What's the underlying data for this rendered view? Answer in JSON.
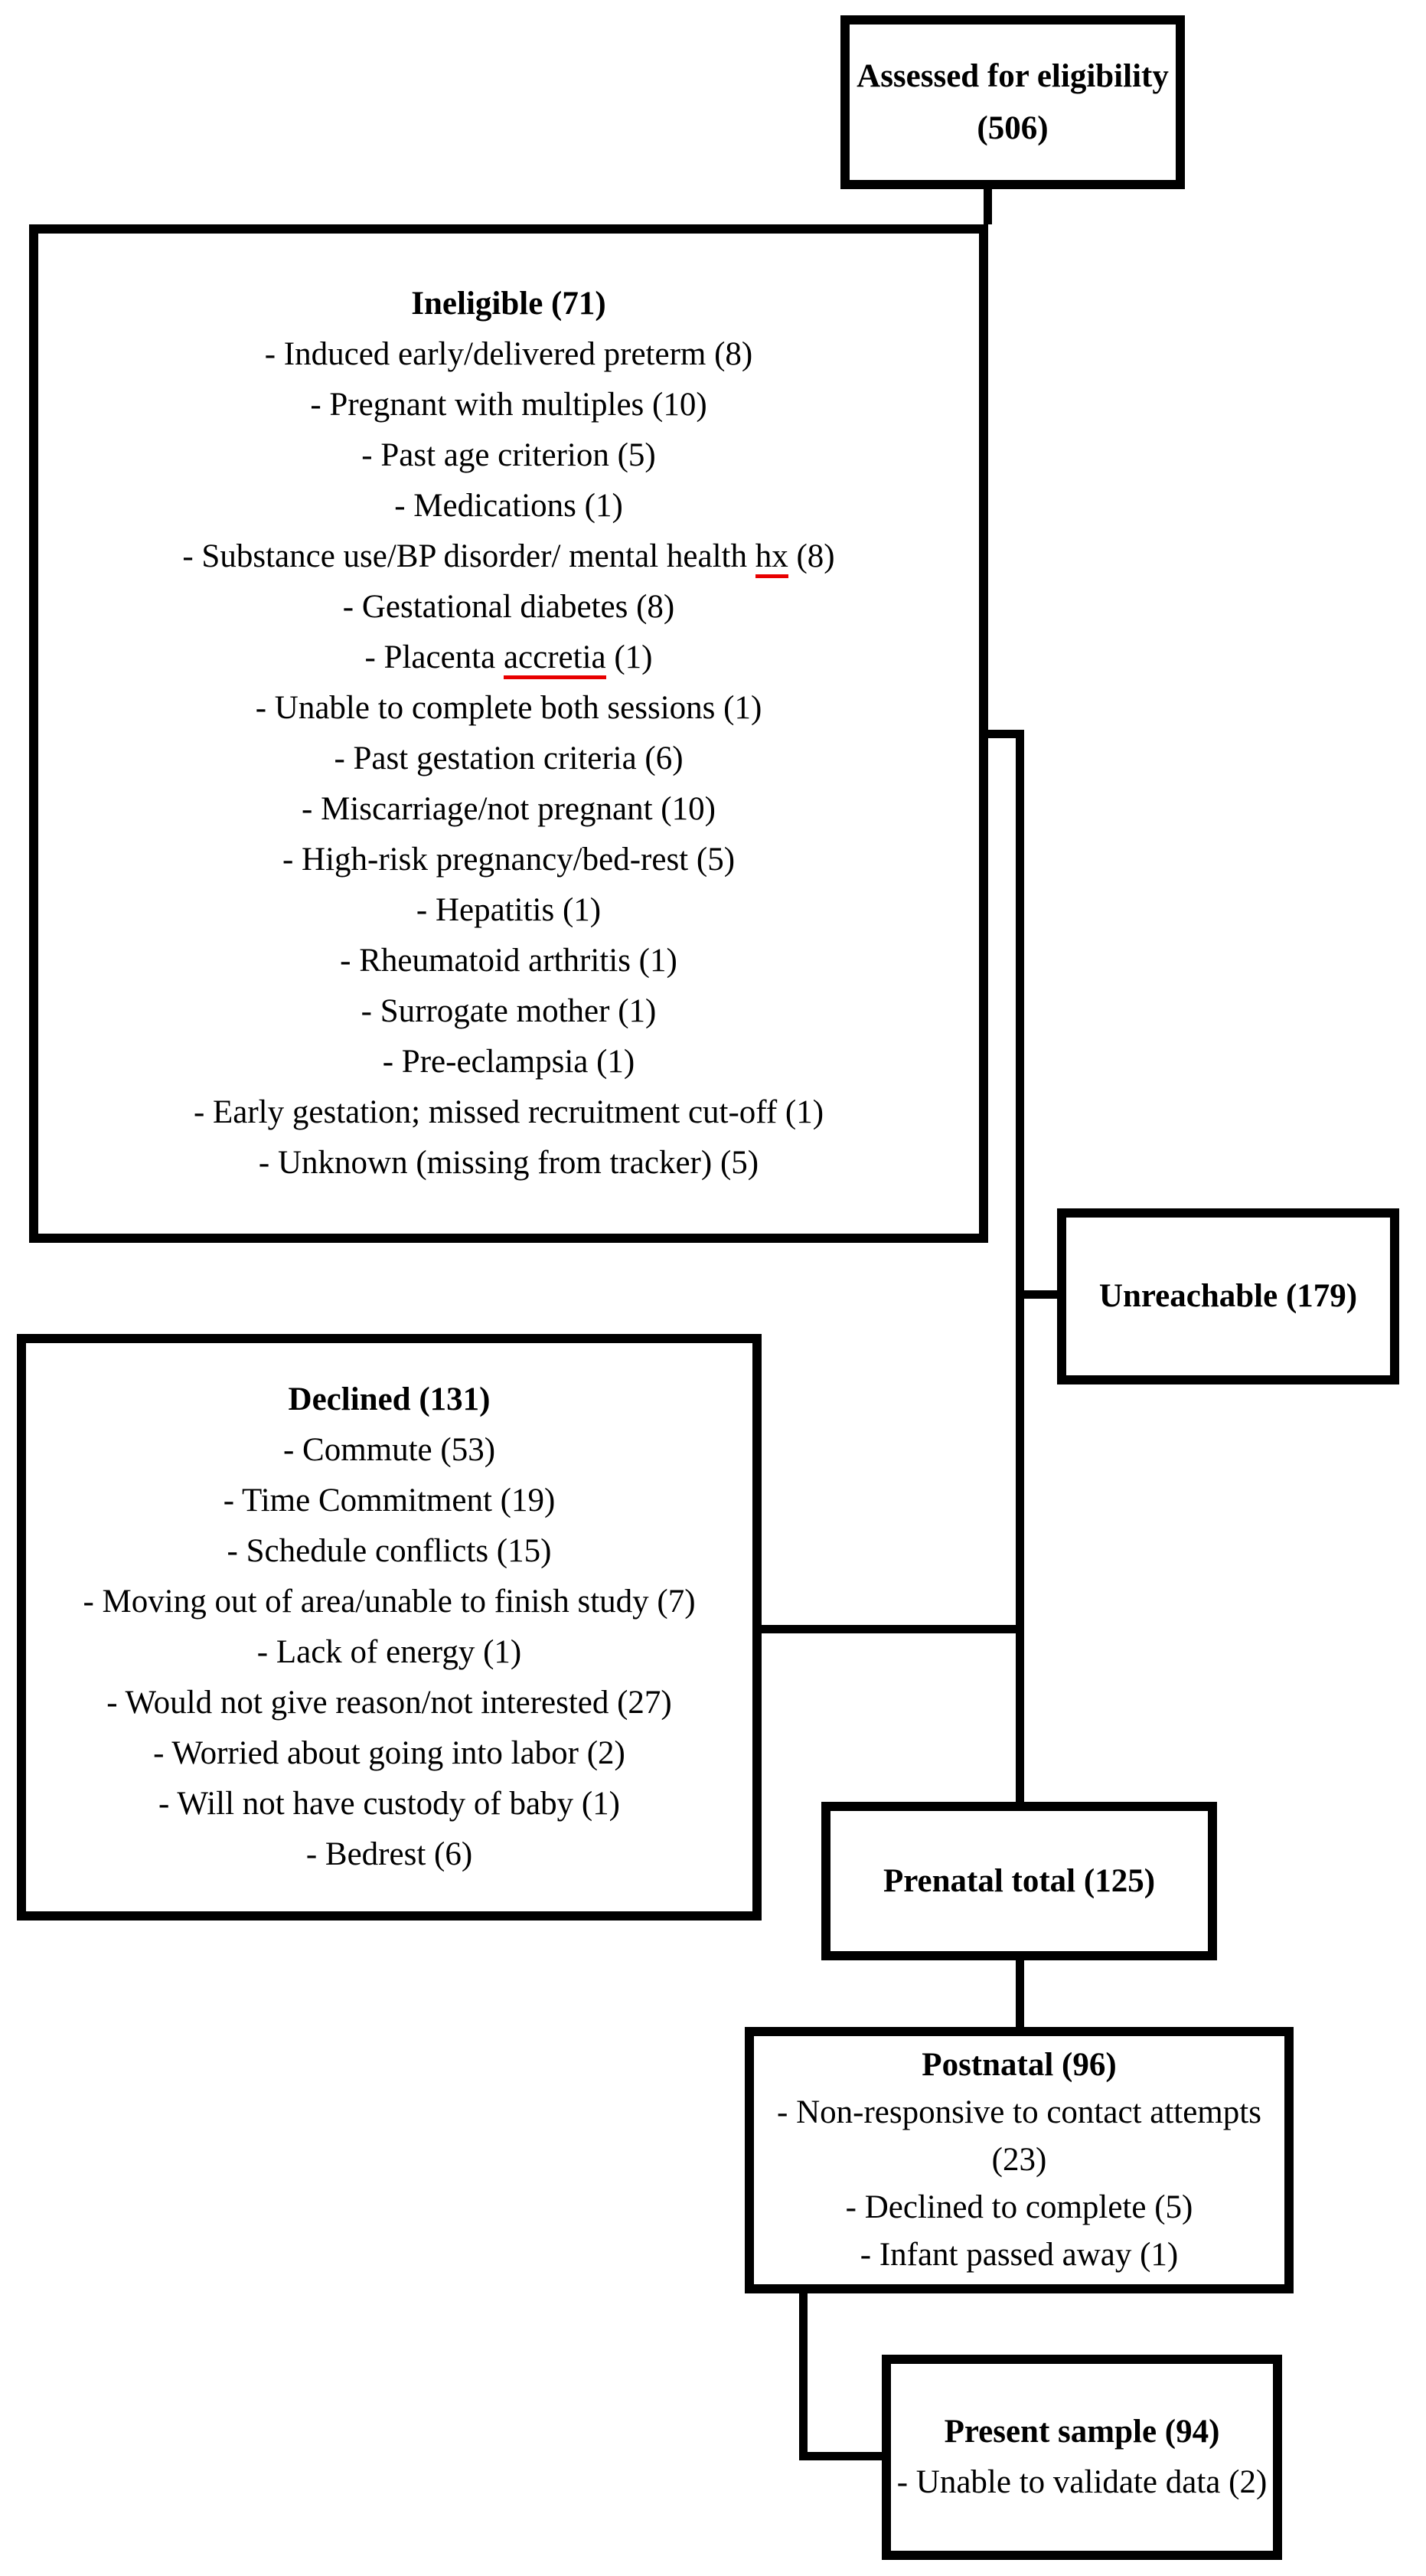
{
  "diagram": {
    "type": "participant-flow-diagram",
    "colors": {
      "border": "#000000",
      "background": "#ffffff",
      "text": "#000000",
      "spellcheck_underline": "#e80000"
    },
    "nodes": {
      "assessed": {
        "title": "Assessed for eligibility",
        "count": "(506)"
      },
      "ineligible": {
        "title": "Ineligible (71)",
        "items": [
          "- Induced early/delivered preterm (8)",
          "- Pregnant with multiples (10)",
          "- Past age criterion (5)",
          "- Medications (1)",
          {
            "pre": "- Substance use/BP disorder/ mental health ",
            "mark": "hx",
            "post": " (8)"
          },
          "- Gestational diabetes (8)",
          {
            "pre": "- Placenta ",
            "mark": "accretia",
            "post": " (1)"
          },
          "- Unable to complete both sessions (1)",
          "- Past gestation criteria (6)",
          "- Miscarriage/not pregnant (10)",
          "- High-risk pregnancy/bed-rest (5)",
          "- Hepatitis (1)",
          "- Rheumatoid arthritis (1)",
          "- Surrogate mother (1)",
          "- Pre-eclampsia (1)",
          "- Early gestation; missed recruitment cut-off (1)",
          "- Unknown (missing from tracker) (5)"
        ]
      },
      "unreachable": {
        "title": "Unreachable (179)"
      },
      "declined": {
        "title": "Declined (131)",
        "items": [
          "- Commute (53)",
          "- Time Commitment (19)",
          "- Schedule conflicts (15)",
          "- Moving out of area/unable to finish study (7)",
          "- Lack of energy (1)",
          "- Would not give reason/not interested (27)",
          "- Worried about going into labor (2)",
          "- Will not have custody of baby (1)",
          "- Bedrest (6)"
        ]
      },
      "prenatal": {
        "title": "Prenatal total (125)"
      },
      "postnatal": {
        "title": "Postnatal (96)",
        "items": [
          "- Non-responsive to contact attempts (23)",
          "- Declined to complete (5)",
          "- Infant passed away (1)"
        ]
      },
      "present": {
        "title": "Present sample (94)",
        "items": [
          "- Unable to validate data (2)"
        ]
      }
    }
  }
}
